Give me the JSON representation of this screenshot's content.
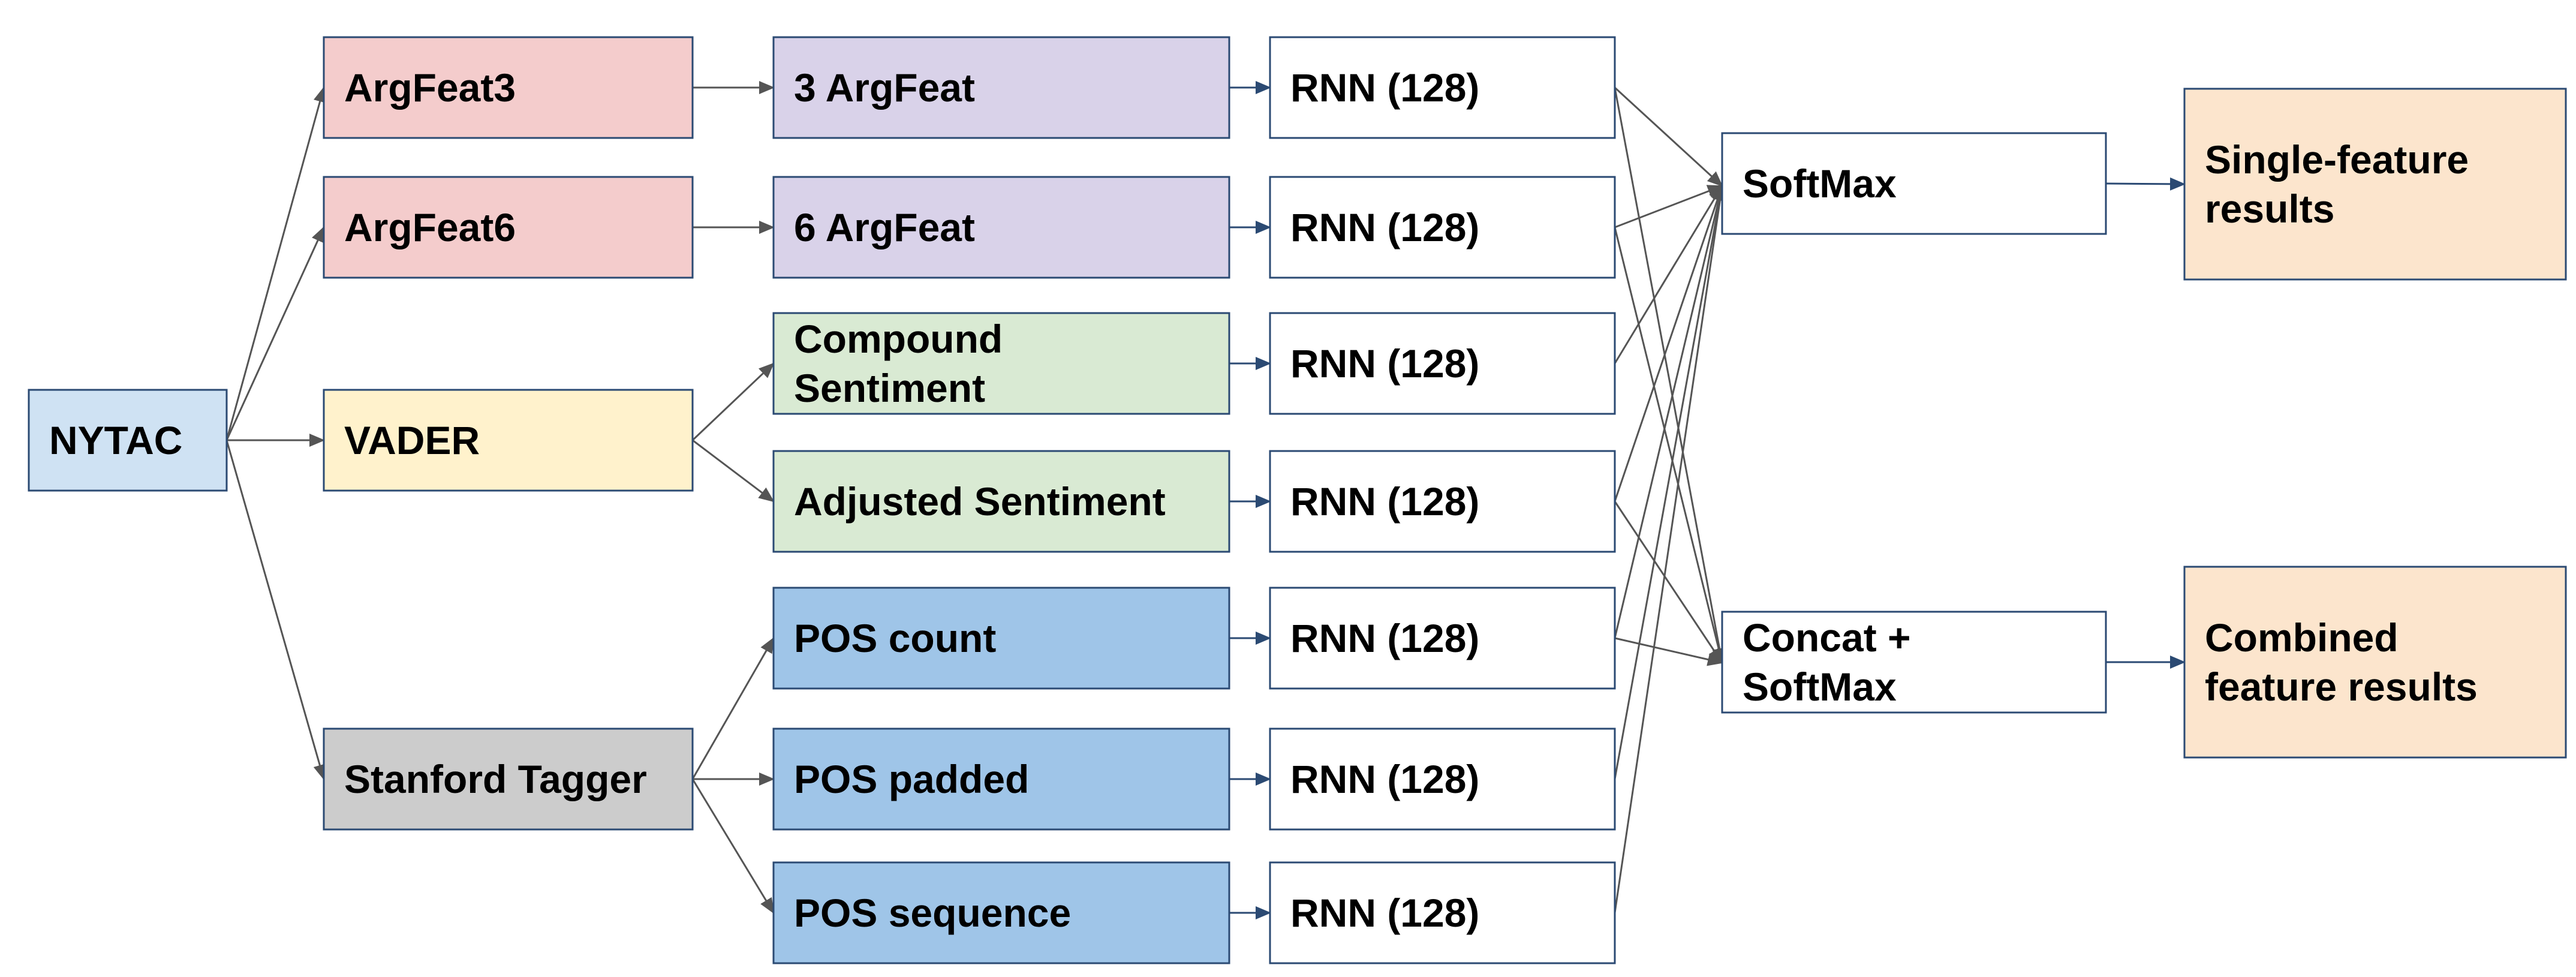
{
  "colors": {
    "source": "#cfe2f3",
    "argfeat": "#f4cccc",
    "argfeat_rep": "#d9d2e9",
    "vader": "#fff2cc",
    "sentiment": "#d9ead3",
    "tagger": "#cccccc",
    "pos": "#9fc5e8",
    "rnn": "#ffffff",
    "classifier": "#ffffff",
    "results": "#fce5cd",
    "border": "#2b4a73"
  },
  "nodes": {
    "nytac": {
      "lines": [
        "NYTAC"
      ]
    },
    "argfeat3": {
      "lines": [
        "ArgFeat3"
      ]
    },
    "argfeat6": {
      "lines": [
        "ArgFeat6"
      ]
    },
    "vader": {
      "lines": [
        "VADER"
      ]
    },
    "stanford_tagger": {
      "lines": [
        "Stanford Tagger"
      ]
    },
    "three_argfeat": {
      "lines": [
        "3 ArgFeat"
      ]
    },
    "six_argfeat": {
      "lines": [
        "6 ArgFeat"
      ]
    },
    "compound_sentiment": {
      "lines": [
        "Compound",
        "Sentiment"
      ]
    },
    "adjusted_sentiment": {
      "lines": [
        "Adjusted Sentiment"
      ]
    },
    "pos_count": {
      "lines": [
        "POS count"
      ]
    },
    "pos_padded": {
      "lines": [
        "POS padded"
      ]
    },
    "pos_sequence": {
      "lines": [
        "POS sequence"
      ]
    },
    "rnn_1": {
      "lines": [
        "RNN (128)"
      ]
    },
    "rnn_2": {
      "lines": [
        "RNN (128)"
      ]
    },
    "rnn_3": {
      "lines": [
        "RNN (128)"
      ]
    },
    "rnn_4": {
      "lines": [
        "RNN (128)"
      ]
    },
    "rnn_5": {
      "lines": [
        "RNN (128)"
      ]
    },
    "rnn_6": {
      "lines": [
        "RNN (128)"
      ]
    },
    "rnn_7": {
      "lines": [
        "RNN (128)"
      ]
    },
    "softmax": {
      "lines": [
        "SoftMax"
      ]
    },
    "concat_softmax": {
      "lines": [
        "Concat +",
        "SoftMax"
      ]
    },
    "single_results": {
      "lines": [
        "Single-feature",
        "results"
      ]
    },
    "combined_results": {
      "lines": [
        "Combined",
        "feature results"
      ]
    }
  },
  "edges": [
    [
      "nytac",
      "argfeat3"
    ],
    [
      "nytac",
      "argfeat6"
    ],
    [
      "nytac",
      "vader"
    ],
    [
      "nytac",
      "stanford_tagger"
    ],
    [
      "argfeat3",
      "three_argfeat"
    ],
    [
      "argfeat6",
      "six_argfeat"
    ],
    [
      "vader",
      "compound_sentiment"
    ],
    [
      "vader",
      "adjusted_sentiment"
    ],
    [
      "stanford_tagger",
      "pos_count"
    ],
    [
      "stanford_tagger",
      "pos_padded"
    ],
    [
      "stanford_tagger",
      "pos_sequence"
    ],
    [
      "three_argfeat",
      "rnn_1"
    ],
    [
      "six_argfeat",
      "rnn_2"
    ],
    [
      "compound_sentiment",
      "rnn_3"
    ],
    [
      "adjusted_sentiment",
      "rnn_4"
    ],
    [
      "pos_count",
      "rnn_5"
    ],
    [
      "pos_padded",
      "rnn_6"
    ],
    [
      "pos_sequence",
      "rnn_7"
    ],
    [
      "rnn_1",
      "softmax"
    ],
    [
      "rnn_2",
      "softmax"
    ],
    [
      "rnn_3",
      "softmax"
    ],
    [
      "rnn_4",
      "softmax"
    ],
    [
      "rnn_5",
      "softmax"
    ],
    [
      "rnn_6",
      "softmax"
    ],
    [
      "rnn_7",
      "softmax"
    ],
    [
      "rnn_1",
      "concat_softmax"
    ],
    [
      "rnn_2",
      "concat_softmax"
    ],
    [
      "rnn_4",
      "concat_softmax"
    ],
    [
      "rnn_5",
      "concat_softmax"
    ],
    [
      "softmax",
      "single_results"
    ],
    [
      "concat_softmax",
      "combined_results"
    ]
  ]
}
